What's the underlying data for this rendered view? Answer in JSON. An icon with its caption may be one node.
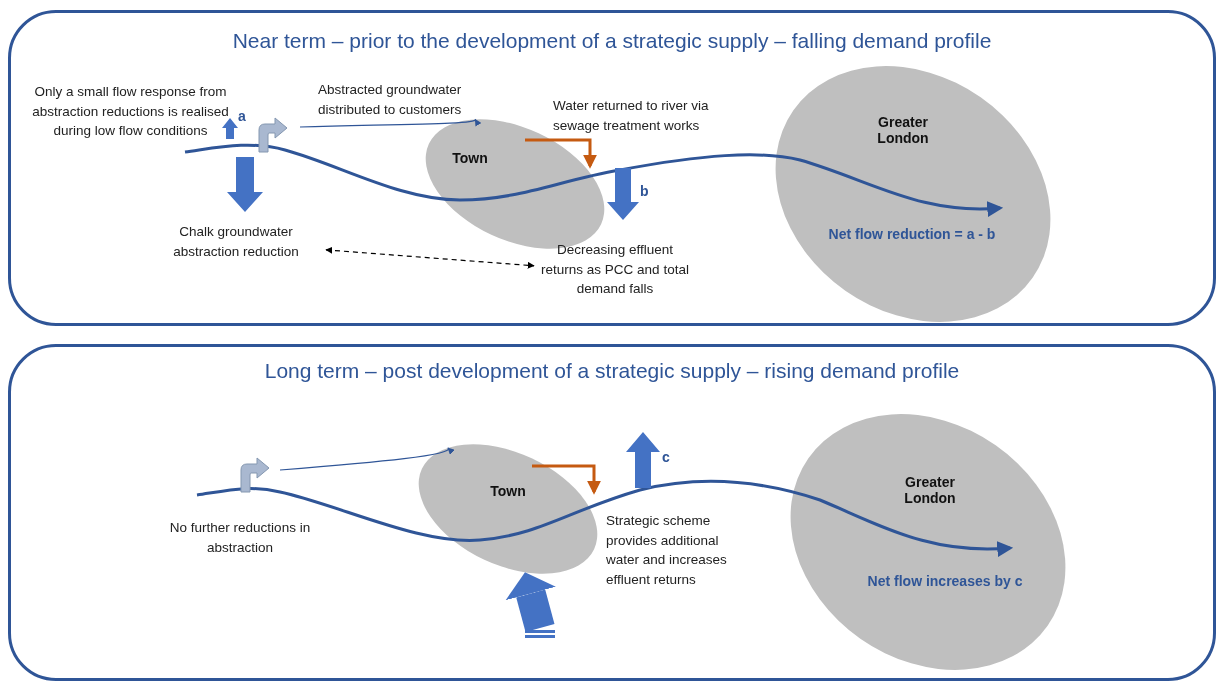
{
  "diagram": {
    "nodes": [
      {
        "text": [
          "Near term – prior to the development of a strategic supply – falling demand profile"
        ]
      },
      {
        "text": [
          "Town"
        ],
        "in": 0
      },
      {
        "text": [
          "Greater London",
          "Net flow reduction = a - b"
        ],
        "in": 0
      },
      {
        "text": [
          "Chalk groundwater abstraction reduction"
        ],
        "in": 0
      },
      {
        "text": [
          "Decreasing effluent returns  as PCC and total demand falls"
        ],
        "in": 0
      },
      {
        "text": [
          "Long term – post development of a strategic supply – rising demand profile"
        ]
      },
      {
        "text": [
          "Town"
        ],
        "in": 5
      },
      {
        "text": [
          "Greater London",
          "Net flow increases by c"
        ],
        "in": 5
      }
    ],
    "edges": [
      {
        "from": null,
        "to": 1,
        "arrow": "to",
        "label": "Abstracted groundwater distributed  to customers"
      },
      {
        "from": 3,
        "to": 4,
        "arrow": "both",
        "style": "dashed",
        "color": "#000000"
      },
      {
        "from": null,
        "to": 6,
        "arrow": "to"
      },
      {
        "from": null,
        "to": 6,
        "arrow": "to",
        "style": "thick",
        "color": "#4472c4"
      }
    ],
    "labels": [
      "Only a small flow response from abstraction reductions is realised during low flow conditions",
      "a",
      "Water returned to river via sewage treatment works",
      "b",
      "c",
      "No further reductions in abstraction",
      "Strategic scheme provides additional water and increases effluent returns"
    ]
  }
}
